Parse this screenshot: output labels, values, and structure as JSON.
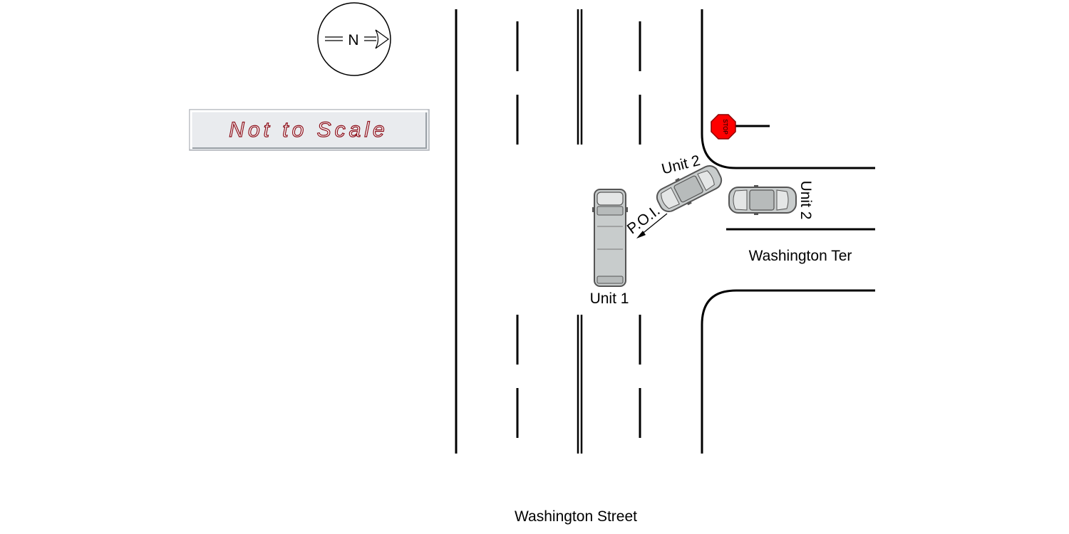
{
  "compass": {
    "letter": "N"
  },
  "scale_note": {
    "text": "Not to Scale"
  },
  "stop_sign": {
    "text": "STOP",
    "color": "#ff0000"
  },
  "units": {
    "unit1_label": "Unit 1",
    "unit2_label": "Unit 2",
    "unit2_final_label": "Unit 2"
  },
  "poi_label": "P.O.I.",
  "streets": {
    "main": "Washington Street",
    "side": "Washington Ter"
  },
  "colors": {
    "vehicle_fill": "#c8cccc",
    "vehicle_outline": "#555555",
    "note_text_outline": "#8b0d18"
  }
}
